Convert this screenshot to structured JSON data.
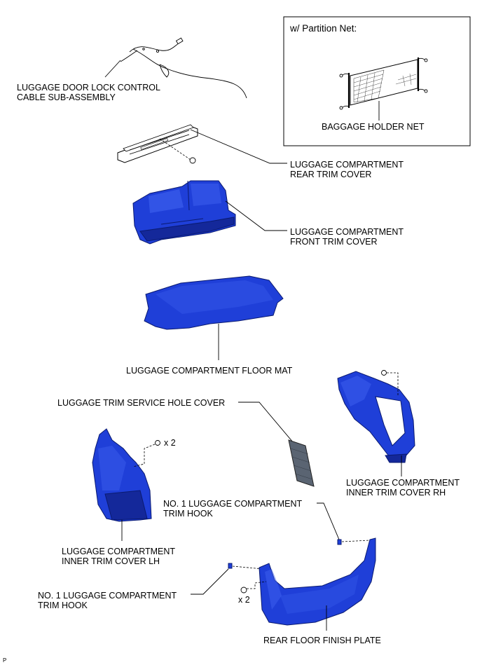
{
  "inset": {
    "title": "w/ Partition Net:",
    "net_label": "BAGGAGE HOLDER NET"
  },
  "labels": {
    "cable_line1": "LUGGAGE DOOR LOCK CONTROL",
    "cable_line2": "CABLE SUB-ASSEMBLY",
    "rear_trim_line1": "LUGGAGE COMPARTMENT",
    "rear_trim_line2": "REAR TRIM COVER",
    "front_trim_line1": "LUGGAGE COMPARTMENT",
    "front_trim_line2": "FRONT TRIM COVER",
    "floor_mat": "LUGGAGE COMPARTMENT FLOOR MAT",
    "service_hole": "LUGGAGE TRIM SERVICE HOLE COVER",
    "inner_rh_line1": "LUGGAGE COMPARTMENT",
    "inner_rh_line2": "INNER TRIM COVER RH",
    "hook_upper_line1": "NO. 1 LUGGAGE COMPARTMENT",
    "hook_upper_line2": "TRIM HOOK",
    "inner_lh_line1": "LUGGAGE COMPARTMENT",
    "inner_lh_line2": "INNER TRIM COVER LH",
    "hook_lower_line1": "NO. 1 LUGGAGE COMPARTMENT",
    "hook_lower_line2": "TRIM HOOK",
    "finish_plate": "REAR FLOOR FINISH PLATE",
    "qty_lh": "x 2",
    "qty_plate": "x 2"
  },
  "corner_mark": "P",
  "colors": {
    "part_blue": "#1f3fd8",
    "part_outline": "#0a1a70"
  }
}
